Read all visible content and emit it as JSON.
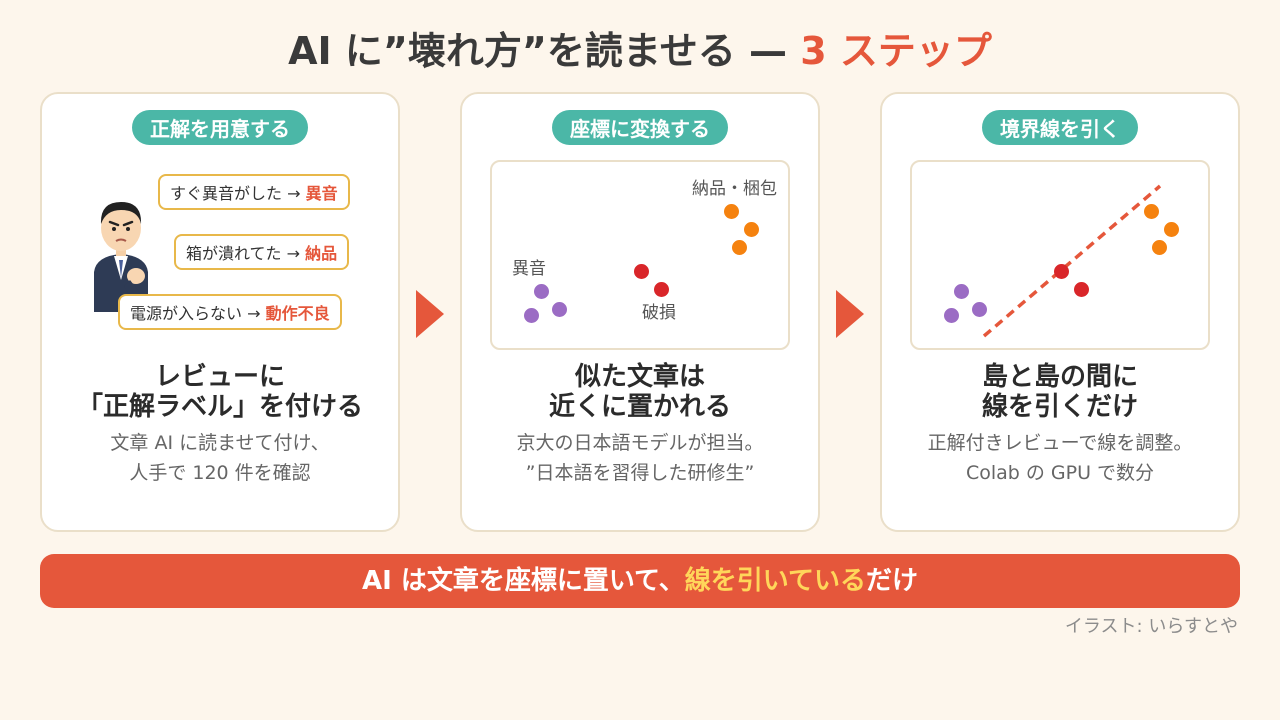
{
  "title": {
    "main": "AI に”壊れ方”を読ませる — ",
    "accent": "3 ステップ"
  },
  "steps": [
    {
      "pill": "正解を用意する",
      "bubbles": [
        {
          "text": "すぐ異音がした → ",
          "label": "異音"
        },
        {
          "text": "箱が潰れてた → ",
          "label": "納品"
        },
        {
          "text": "電源が入らない → ",
          "label": "動作不良"
        }
      ],
      "heading": [
        "レビューに",
        "「正解ラベル」を付ける"
      ],
      "desc": [
        "文章 AI に読ませて付け、",
        "人手で 120 件を確認"
      ]
    },
    {
      "pill": "座標に変換する",
      "labels": {
        "noise": "異音",
        "delivery": "納品・梱包",
        "damage": "破損"
      },
      "heading": [
        "似た文章は",
        "近くに置かれる"
      ],
      "desc": [
        "京大の日本語モデルが担当。",
        "”日本語を習得した研修生”"
      ]
    },
    {
      "pill": "境界線を引く",
      "heading": [
        "島と島の間に",
        "線を引くだけ"
      ],
      "desc": [
        "正解付きレビューで線を調整。",
        "Colab の GPU で数分"
      ]
    }
  ],
  "banner": {
    "pre": "AI は文章を座標に置いて、",
    "hl": "線を引いている",
    "post": "だけ"
  },
  "credit": "イラスト: いらすとや",
  "colors": {
    "accent": "#e5573b",
    "teal": "#4bb7a7",
    "purple": "#9b6cc4",
    "red": "#d9262a",
    "orange": "#f5820f"
  },
  "icons": [
    "person-thinking-icon",
    "arrow-right-icon"
  ]
}
